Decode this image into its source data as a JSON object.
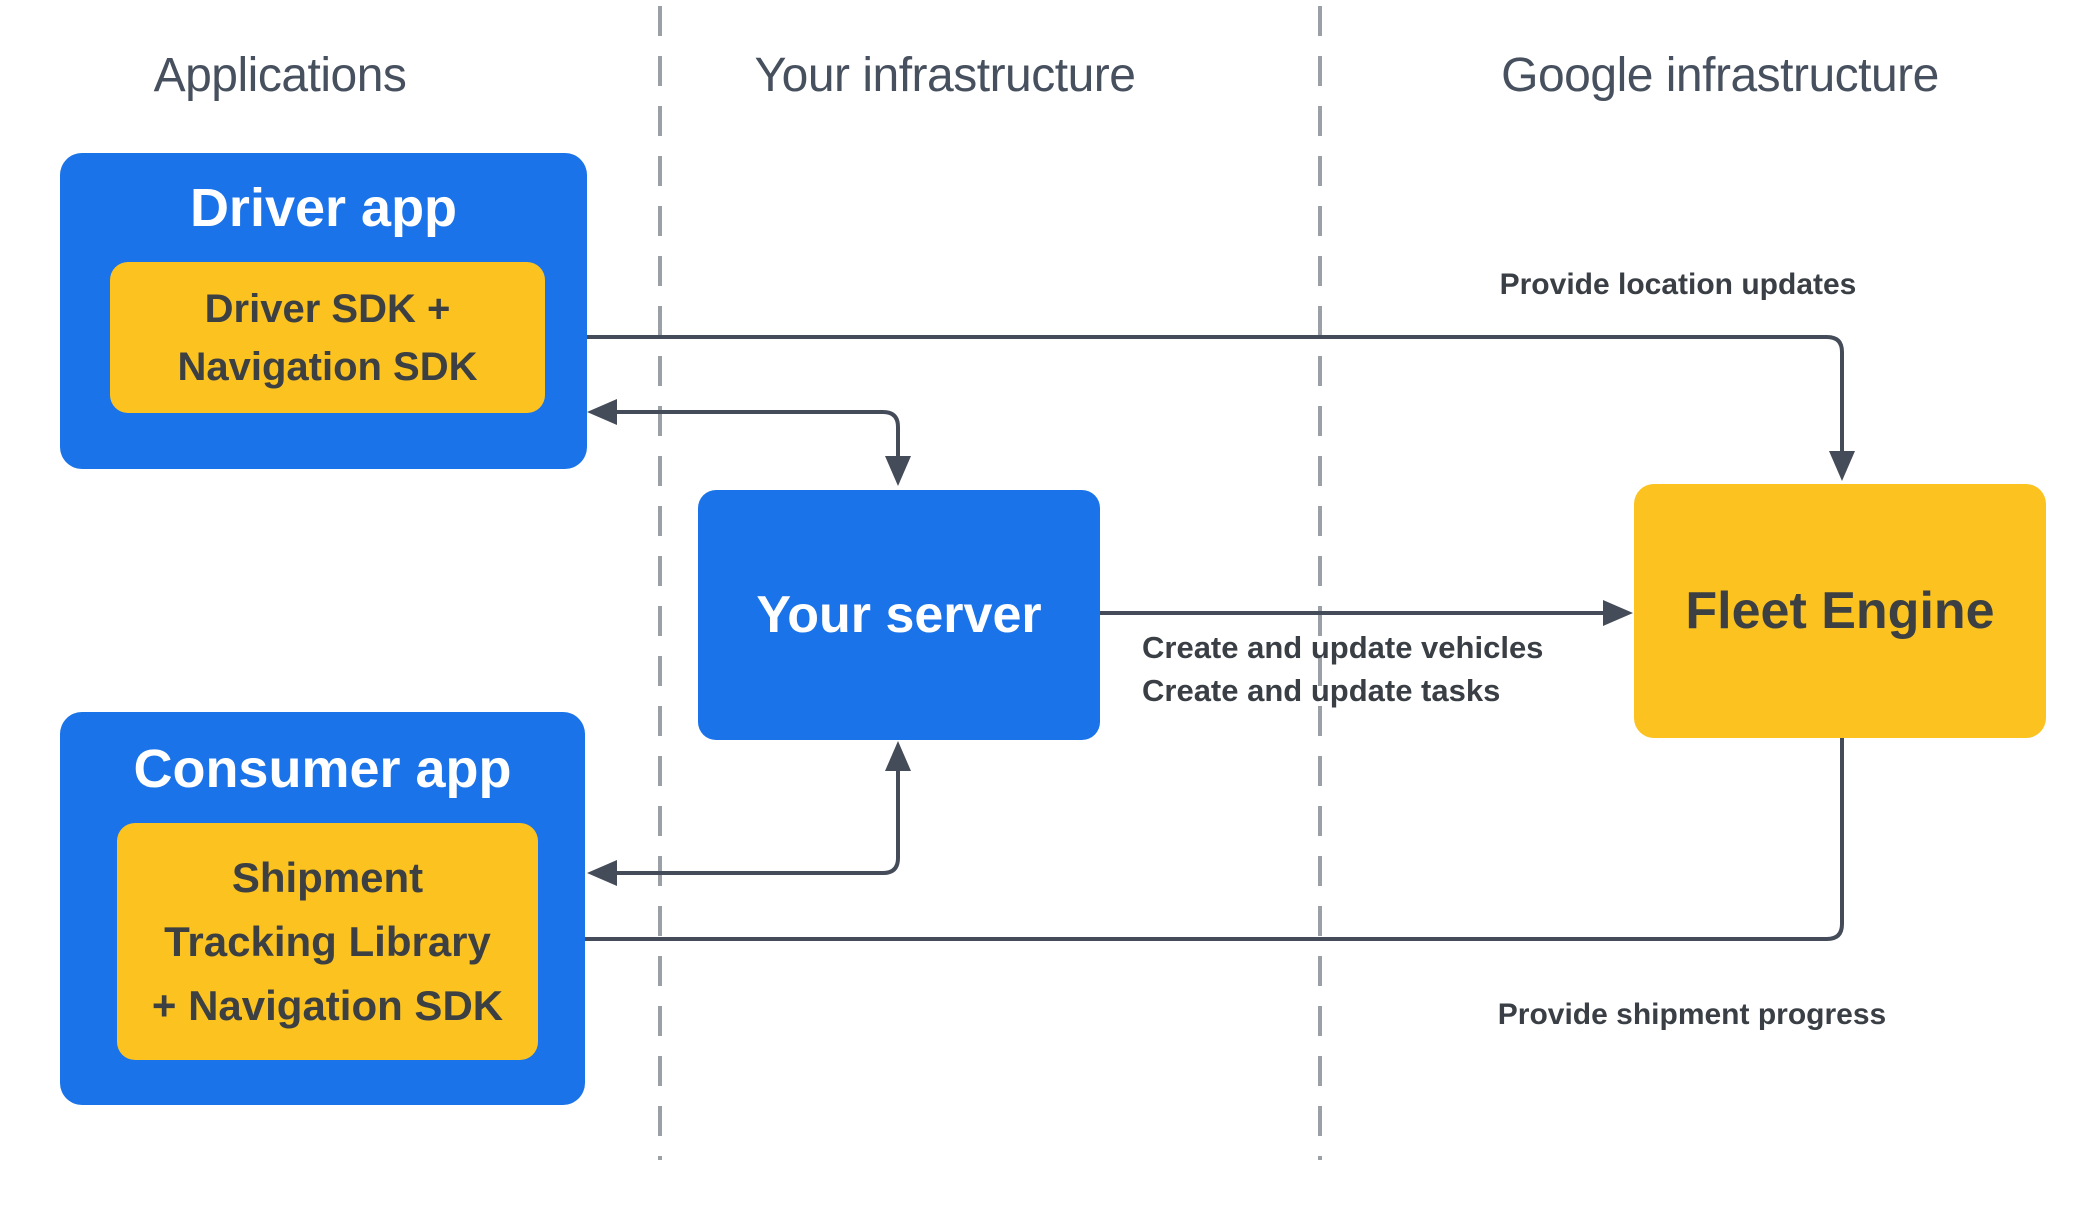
{
  "columns": {
    "applications": "Applications",
    "your_infrastructure": "Your infrastructure",
    "google_infrastructure": "Google infrastructure"
  },
  "nodes": {
    "driver_app": {
      "title": "Driver app",
      "sdk_lines": [
        "Driver SDK +",
        "Navigation SDK"
      ]
    },
    "consumer_app": {
      "title": "Consumer app",
      "sdk_lines": [
        "Shipment",
        "Tracking Library",
        "+ Navigation SDK"
      ]
    },
    "your_server": {
      "title": "Your server"
    },
    "fleet_engine": {
      "title": "Fleet Engine"
    }
  },
  "edge_labels": {
    "location_updates": "Provide location updates",
    "create_update_lines": [
      "Create and update vehicles",
      "Create and update tasks"
    ],
    "shipment_progress": "Provide shipment progress"
  },
  "colors": {
    "node_blue": "#1a73e8",
    "node_yellow": "#fcc220",
    "connector": "#454c59",
    "divider_gray": "#9aa0a6",
    "header_text": "#47505e",
    "dark_text": "#3c4043"
  }
}
